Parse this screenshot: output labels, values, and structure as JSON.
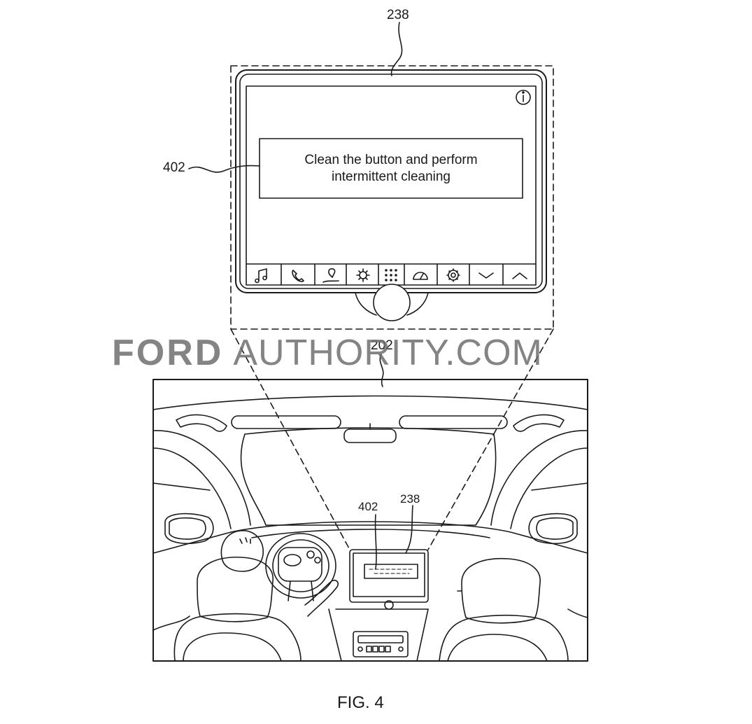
{
  "labels": {
    "screen_ref": "238",
    "message_ref": "402",
    "vehicle_ref": "202",
    "mini_message_ref": "402",
    "mini_screen_ref": "238"
  },
  "display": {
    "message_line1": "Clean the button and perform",
    "message_line2": "intermittent cleaning",
    "info_icon": "info-icon",
    "nav_icons": [
      "music-note-icon",
      "phone-icon",
      "navigation-pin-icon",
      "settings-sun-icon",
      "apps-grid-icon",
      "speedometer-icon",
      "gear-icon",
      "chevron-down-icon",
      "chevron-up-icon"
    ]
  },
  "watermark": {
    "brand": "FORD",
    "rest": "AUTHORITY.COM"
  },
  "caption": "FIG. 4"
}
